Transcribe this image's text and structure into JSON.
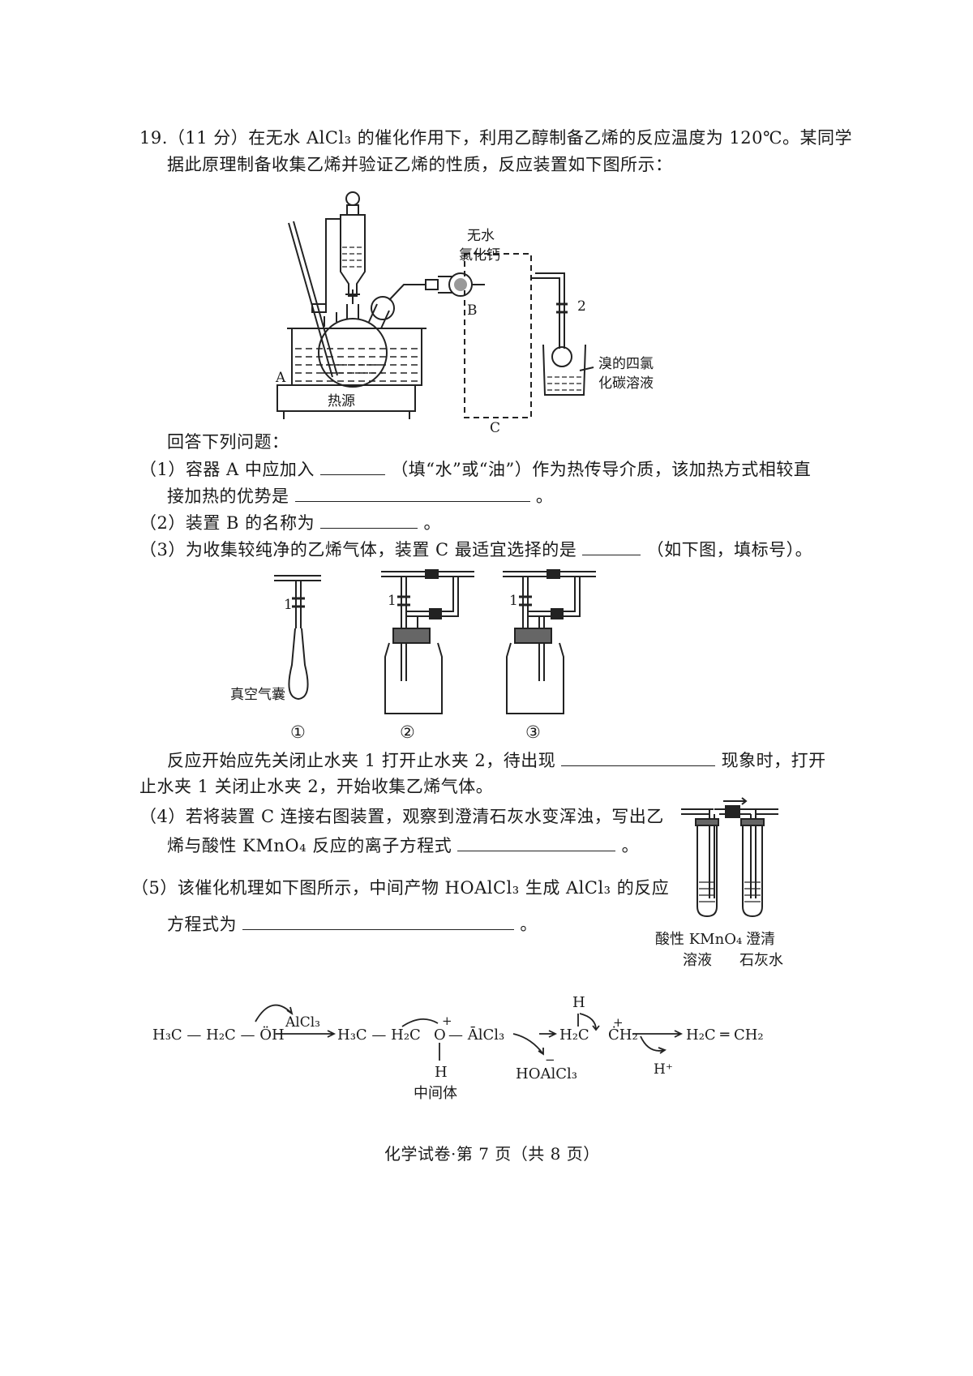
{
  "question": {
    "line1": "19.（11 分）在无水 AlCl₃ 的催化作用下，利用乙醇制备乙烯的反应温度为 120℃。某同学",
    "line2": "据此原理制备收集乙烯并验证乙烯的性质，反应装置如下图所示："
  },
  "apparatus_labels": {
    "drying_agent_line1": "无水",
    "drying_agent_line2": "氯化钙",
    "device_b": "B",
    "clamp_2": "2",
    "bromine_line1": "溴的四氯",
    "bromine_line2": "化碳溶液",
    "container_a": "A",
    "heat_source": "热源",
    "device_c": "C"
  },
  "intro": "回答下列问题：",
  "q1": {
    "part_a": "（1）容器 A 中应加入",
    "part_b": "（填“水”或“油”）作为热传导介质，该加热方式相较直",
    "part_c": "接加热的优势是",
    "end": "。"
  },
  "q2": {
    "text": "（2）装置 B 的名称为",
    "end": "。"
  },
  "q3": {
    "text": "（3）为收集较纯净的乙烯气体，装置 C 最适宜选择的是",
    "end": "（如下图，填标号）。"
  },
  "options": {
    "clamp_1": "1",
    "vacuum_bag": "真空气囊",
    "opt1": "①",
    "opt2": "②",
    "opt3": "③"
  },
  "q3b": {
    "part_a": "反应开始应先关闭止水夹 1 打开止水夹 2，待出现",
    "part_b": "现象时，打开",
    "part_c": "止水夹 1 关闭止水夹 2，开始收集乙烯气体。"
  },
  "q4": {
    "line1": "（4）若将装置 C 连接右图装置，观察到澄清石灰水变浑浊，写出乙",
    "line2": "烯与酸性 KMnO₄ 反应的离子方程式",
    "end": "。"
  },
  "q4_labels": {
    "kmno4_line1": "酸性 KMnO₄",
    "kmno4_line2": "溶液",
    "limewater_line1": "澄清",
    "limewater_line2": "石灰水"
  },
  "q5": {
    "line1": "（5）该催化机理如下图所示，中间产物 HOAlCl₃ 生成 AlCl₃ 的反应",
    "line2": "方程式为",
    "end": "。"
  },
  "mechanism": {
    "ethanol": "H₃C — H₂C — ÖH",
    "catalyst": "AlCl₃",
    "intermediate_left": "H₃C — H₂C",
    "o_center": "O",
    "o_charge": "+",
    "al_part": "— ĀlCl₃",
    "o_h": "H",
    "intermediate_label": "中间体",
    "byproduct": "HOAlCl₃",
    "byproduct_charge": "−",
    "carbocation_h": "H",
    "carbocation_left": "H₂C",
    "carbocation_right": "ĊH₂",
    "carbocation_charge": "+",
    "proton": "H⁺",
    "product": "H₂C ═ CH₂"
  },
  "footer": "化学试卷·第 7 页（共 8 页）"
}
